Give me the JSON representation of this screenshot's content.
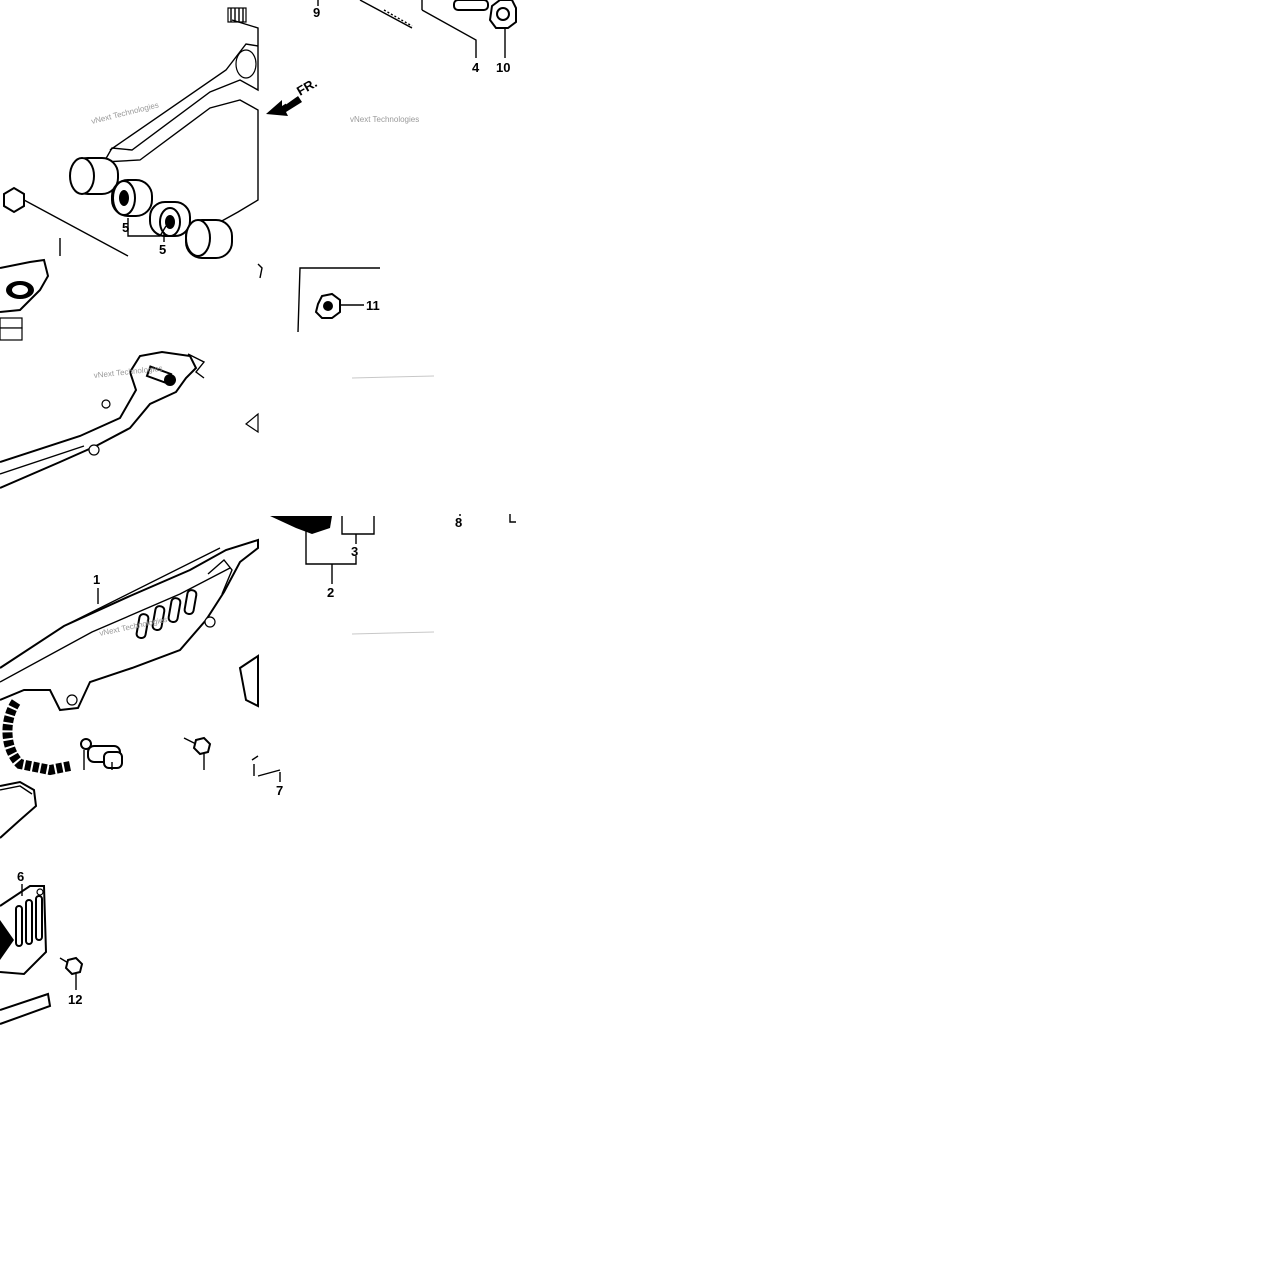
{
  "diagram": {
    "callouts": {
      "p1": "1",
      "p2": "2",
      "p3": "3",
      "p4": "4",
      "p5a": "5",
      "p5b": "5",
      "p6": "6",
      "p7": "7",
      "p8": "8",
      "p9": "9",
      "p10": "10",
      "p11": "11",
      "p12": "12"
    },
    "front_marker": "FR.",
    "watermarks": {
      "w1": "vNext Technologies",
      "w2": "vNext Technologies",
      "w3": "vNext Technologies"
    }
  },
  "icons": {
    "front_arrow": "front-direction-arrow-icon"
  }
}
